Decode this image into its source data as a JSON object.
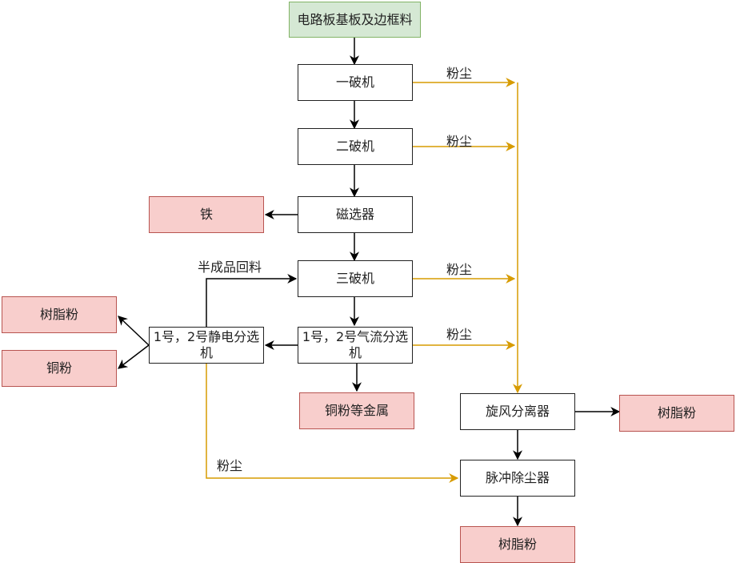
{
  "nodes": {
    "source": "电路板基板及边框料",
    "crusher1": "一破机",
    "crusher2": "二破机",
    "magnetic": "磁选器",
    "iron": "铁",
    "crusher3": "三破机",
    "airflow_sep": "1号，2号气流分选机",
    "electrostatic_sep": "1号，2号静电分选机",
    "resin_left": "树脂粉",
    "copper_left": "铜粉",
    "copper_metals": "铜粉等金属",
    "cyclone": "旋风分离器",
    "resin_right": "树脂粉",
    "pulse_dust": "脉冲除尘器",
    "resin_bottom": "树脂粉"
  },
  "edge_labels": {
    "dust1": "粉尘",
    "dust2": "粉尘",
    "dust3": "粉尘",
    "dust4": "粉尘",
    "dust5": "粉尘",
    "recycle": "半成品回料"
  },
  "colors": {
    "dust_line": "#d79b00",
    "flow_line": "#000000",
    "source_fill": "#d5e8d4",
    "product_fill": "#f8cecc"
  }
}
